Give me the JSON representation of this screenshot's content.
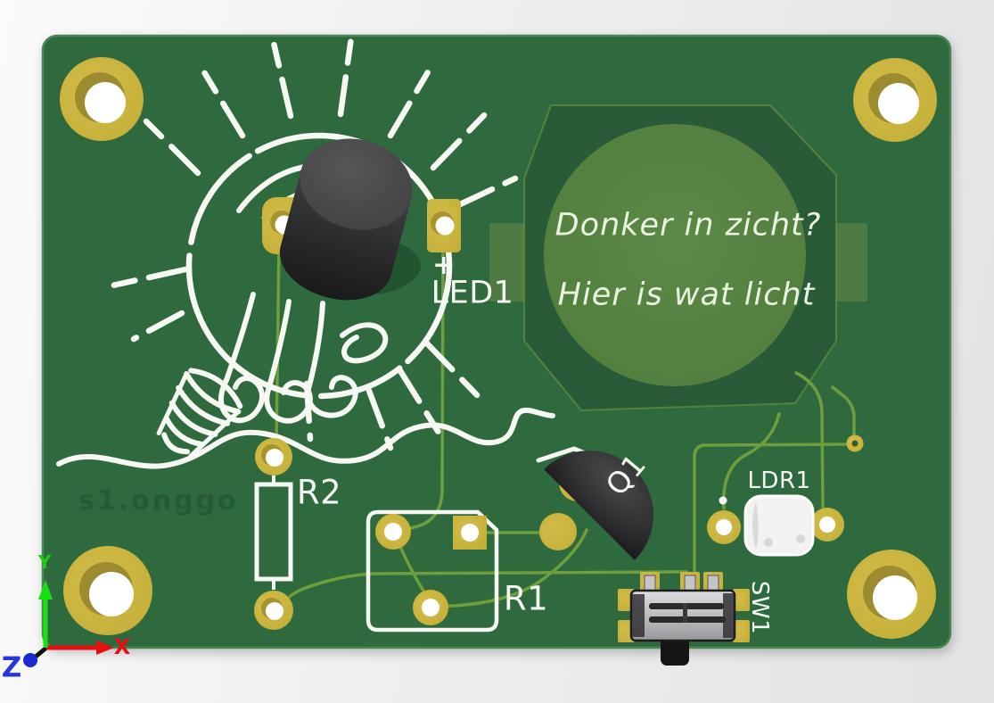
{
  "board": {
    "slogan_line1": "Donker in zicht?",
    "slogan_line2": "Hier is wat licht",
    "etched_text": "s1.onggo"
  },
  "components": {
    "led1": {
      "label": "LED1",
      "polarity": "+"
    },
    "r1": {
      "label": "R1"
    },
    "r2": {
      "label": "R2"
    },
    "q1": {
      "label": "Q1"
    },
    "ldr1": {
      "label": "LDR1"
    },
    "sw1": {
      "label": "SW1"
    }
  },
  "axes": {
    "x": "X",
    "y": "Y",
    "z": "Z"
  },
  "colors": {
    "board_green": "#2d6b3e",
    "battery_holder_green": "#2a5b38",
    "battery_contact_green": "#4e7a43",
    "pad_gold": "#c9b43e",
    "trace_green": "#6f9f3d",
    "silkscreen_white": "#f7f8f4",
    "background_gray": "#ececee",
    "axis_x_red": "#e60f0f",
    "axis_y_green": "#19e00f",
    "axis_z_blue": "#2636d8"
  }
}
